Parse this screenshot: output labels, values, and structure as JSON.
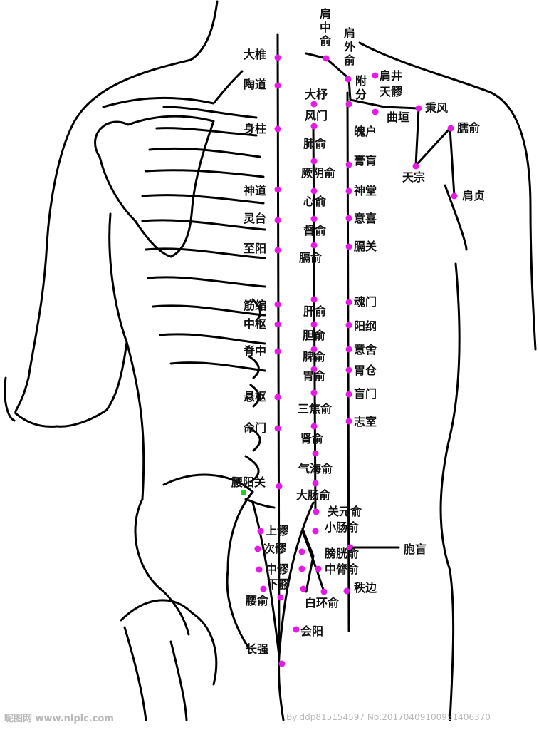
{
  "colors": {
    "point": "#e619e6",
    "point_alt": "#22cc22",
    "line": "#000000",
    "watermark": "#b8b8b8"
  },
  "watermark": {
    "site": "昵图网 www.nipic.com",
    "id": "By:ddp815154597 No:20170409100951406370"
  },
  "points": {
    "jianzhongshu": "肩中俞",
    "jianwaishu": "肩外俞",
    "dazhui": "大椎",
    "jianjing": "肩井",
    "fufen": "附分",
    "tianliao": "天髎",
    "taodao": "陶道",
    "dazhu": "大杼",
    "fengmen": "风门",
    "quyuan": "曲垣",
    "bingfeng": "秉风",
    "naoshu": "臑俞",
    "shenzhu": "身柱",
    "pohu": "魄户",
    "feishu": "肺俞",
    "gaohuang": "膏肓",
    "tianzong": "天宗",
    "jueyinshu": "厥阴俞",
    "shendao": "神道",
    "shentang": "神堂",
    "jianzhen": "肩贞",
    "xinshu": "心俞",
    "lingtai": "灵台",
    "yixi": "意喜",
    "dushu": "督俞",
    "zhiyang": "至阳",
    "geguan": "膈关",
    "geshu": "膈俞",
    "hunmen": "魂门",
    "jinsuo": "筋缩",
    "ganshu": "肝俞",
    "zhongshu": "中枢",
    "danshu": "胆俞",
    "yanggang": "阳纲",
    "jizhong": "脊中",
    "pishu": "脾俞",
    "yishe": "意舍",
    "weishu": "胃俞",
    "weicang": "胃仓",
    "huangmen": "盲门",
    "xuanshu": "悬枢",
    "sanjiaoshu": "三焦俞",
    "mingmen": "命门",
    "zhishi": "志室",
    "shenshu": "肾俞",
    "qihaishu": "气海俞",
    "yaoyangguan": "腰阳关",
    "dachangshu": "大肠俞",
    "guanyuanshu": "关元俞",
    "shangliao": "上髎",
    "xiaochangshu": "小肠俞",
    "ciliao": "次髎",
    "pangguangshu": "膀胱俞",
    "baohuang": "胞盲",
    "zhongliao": "中髎",
    "zhonglushu": "中膂俞",
    "xialiao": "下髎",
    "zhibian": "秩边",
    "yaoshu": "腰俞",
    "baihuanshu": "白环俞",
    "huiyang": "会阳",
    "changqiang": "长强"
  }
}
